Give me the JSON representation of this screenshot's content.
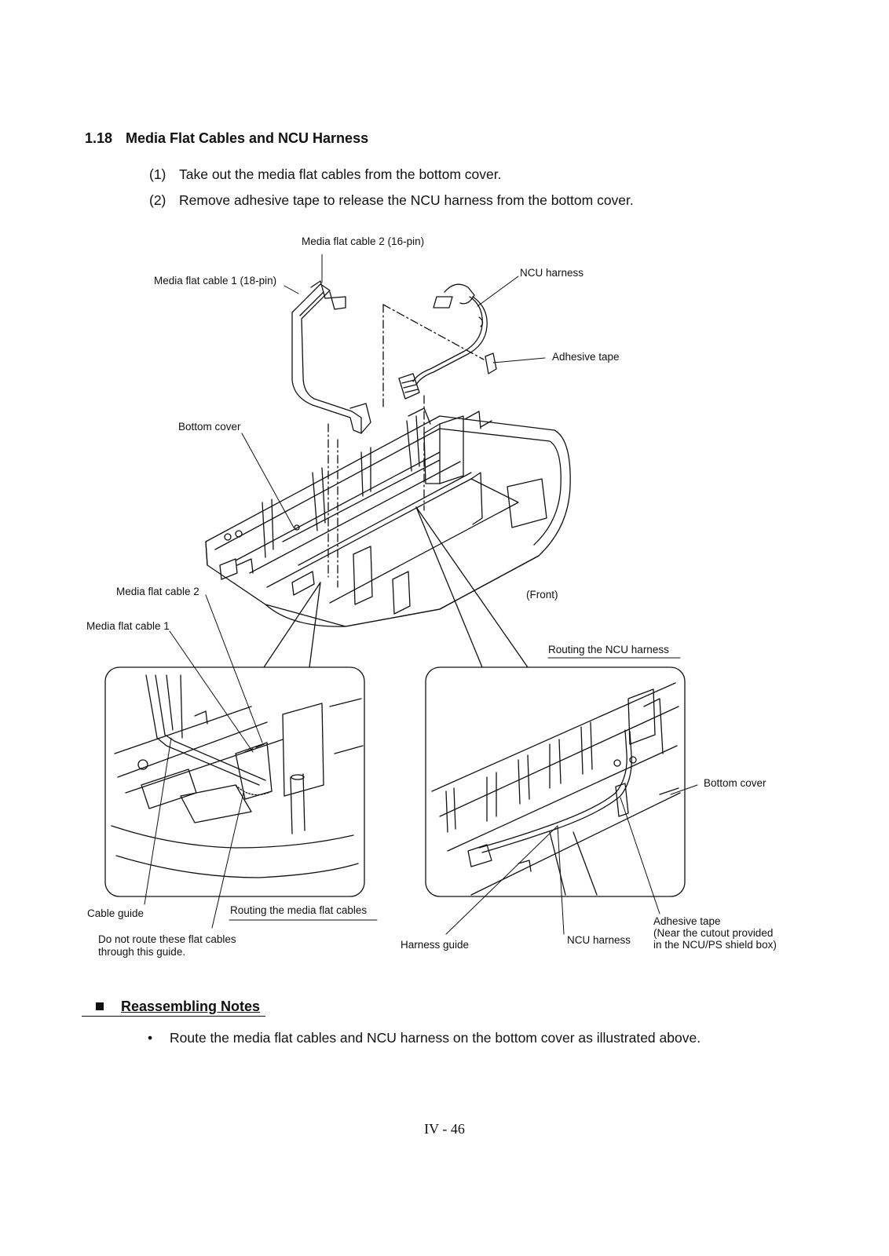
{
  "section": {
    "number": "1.18",
    "title": "Media Flat Cables and NCU Harness"
  },
  "steps": [
    {
      "num": "(1)",
      "text": "Take out the media flat cables from the bottom cover."
    },
    {
      "num": "(2)",
      "text": "Remove adhesive tape to release the NCU harness from the bottom cover."
    }
  ],
  "figure": {
    "labels": {
      "mfc2_16pin": "Media flat cable 2 (16-pin)",
      "mfc1_18pin": "Media flat cable 1 (18-pin)",
      "ncu_harness_top": "NCU harness",
      "adhesive_tape_top": "Adhesive tape",
      "bottom_cover_top": "Bottom cover",
      "media_flat_cable_2": "Media flat cable 2",
      "media_flat_cable_1": "Media flat cable 1",
      "front": "(Front)",
      "routing_ncu": "Routing the NCU harness",
      "bottom_cover_right": "Bottom cover",
      "cable_guide": "Cable guide",
      "routing_media": "Routing the media flat cables",
      "do_not_route_1": "Do not route these flat cables",
      "do_not_route_2": "through this guide.",
      "harness_guide": "Harness guide",
      "ncu_harness_bottom": "NCU harness",
      "adhesive_tape_bottom": "Adhesive tape",
      "near_cutout_1": "(Near the cutout provided",
      "near_cutout_2": "in the NCU/PS shield box)"
    }
  },
  "reassembling": {
    "title": "Reassembling Notes",
    "bullet_symbol": "•",
    "bullet": "Route the media flat cables and NCU harness on the bottom cover as illustrated above."
  },
  "page_number": "IV - 46"
}
